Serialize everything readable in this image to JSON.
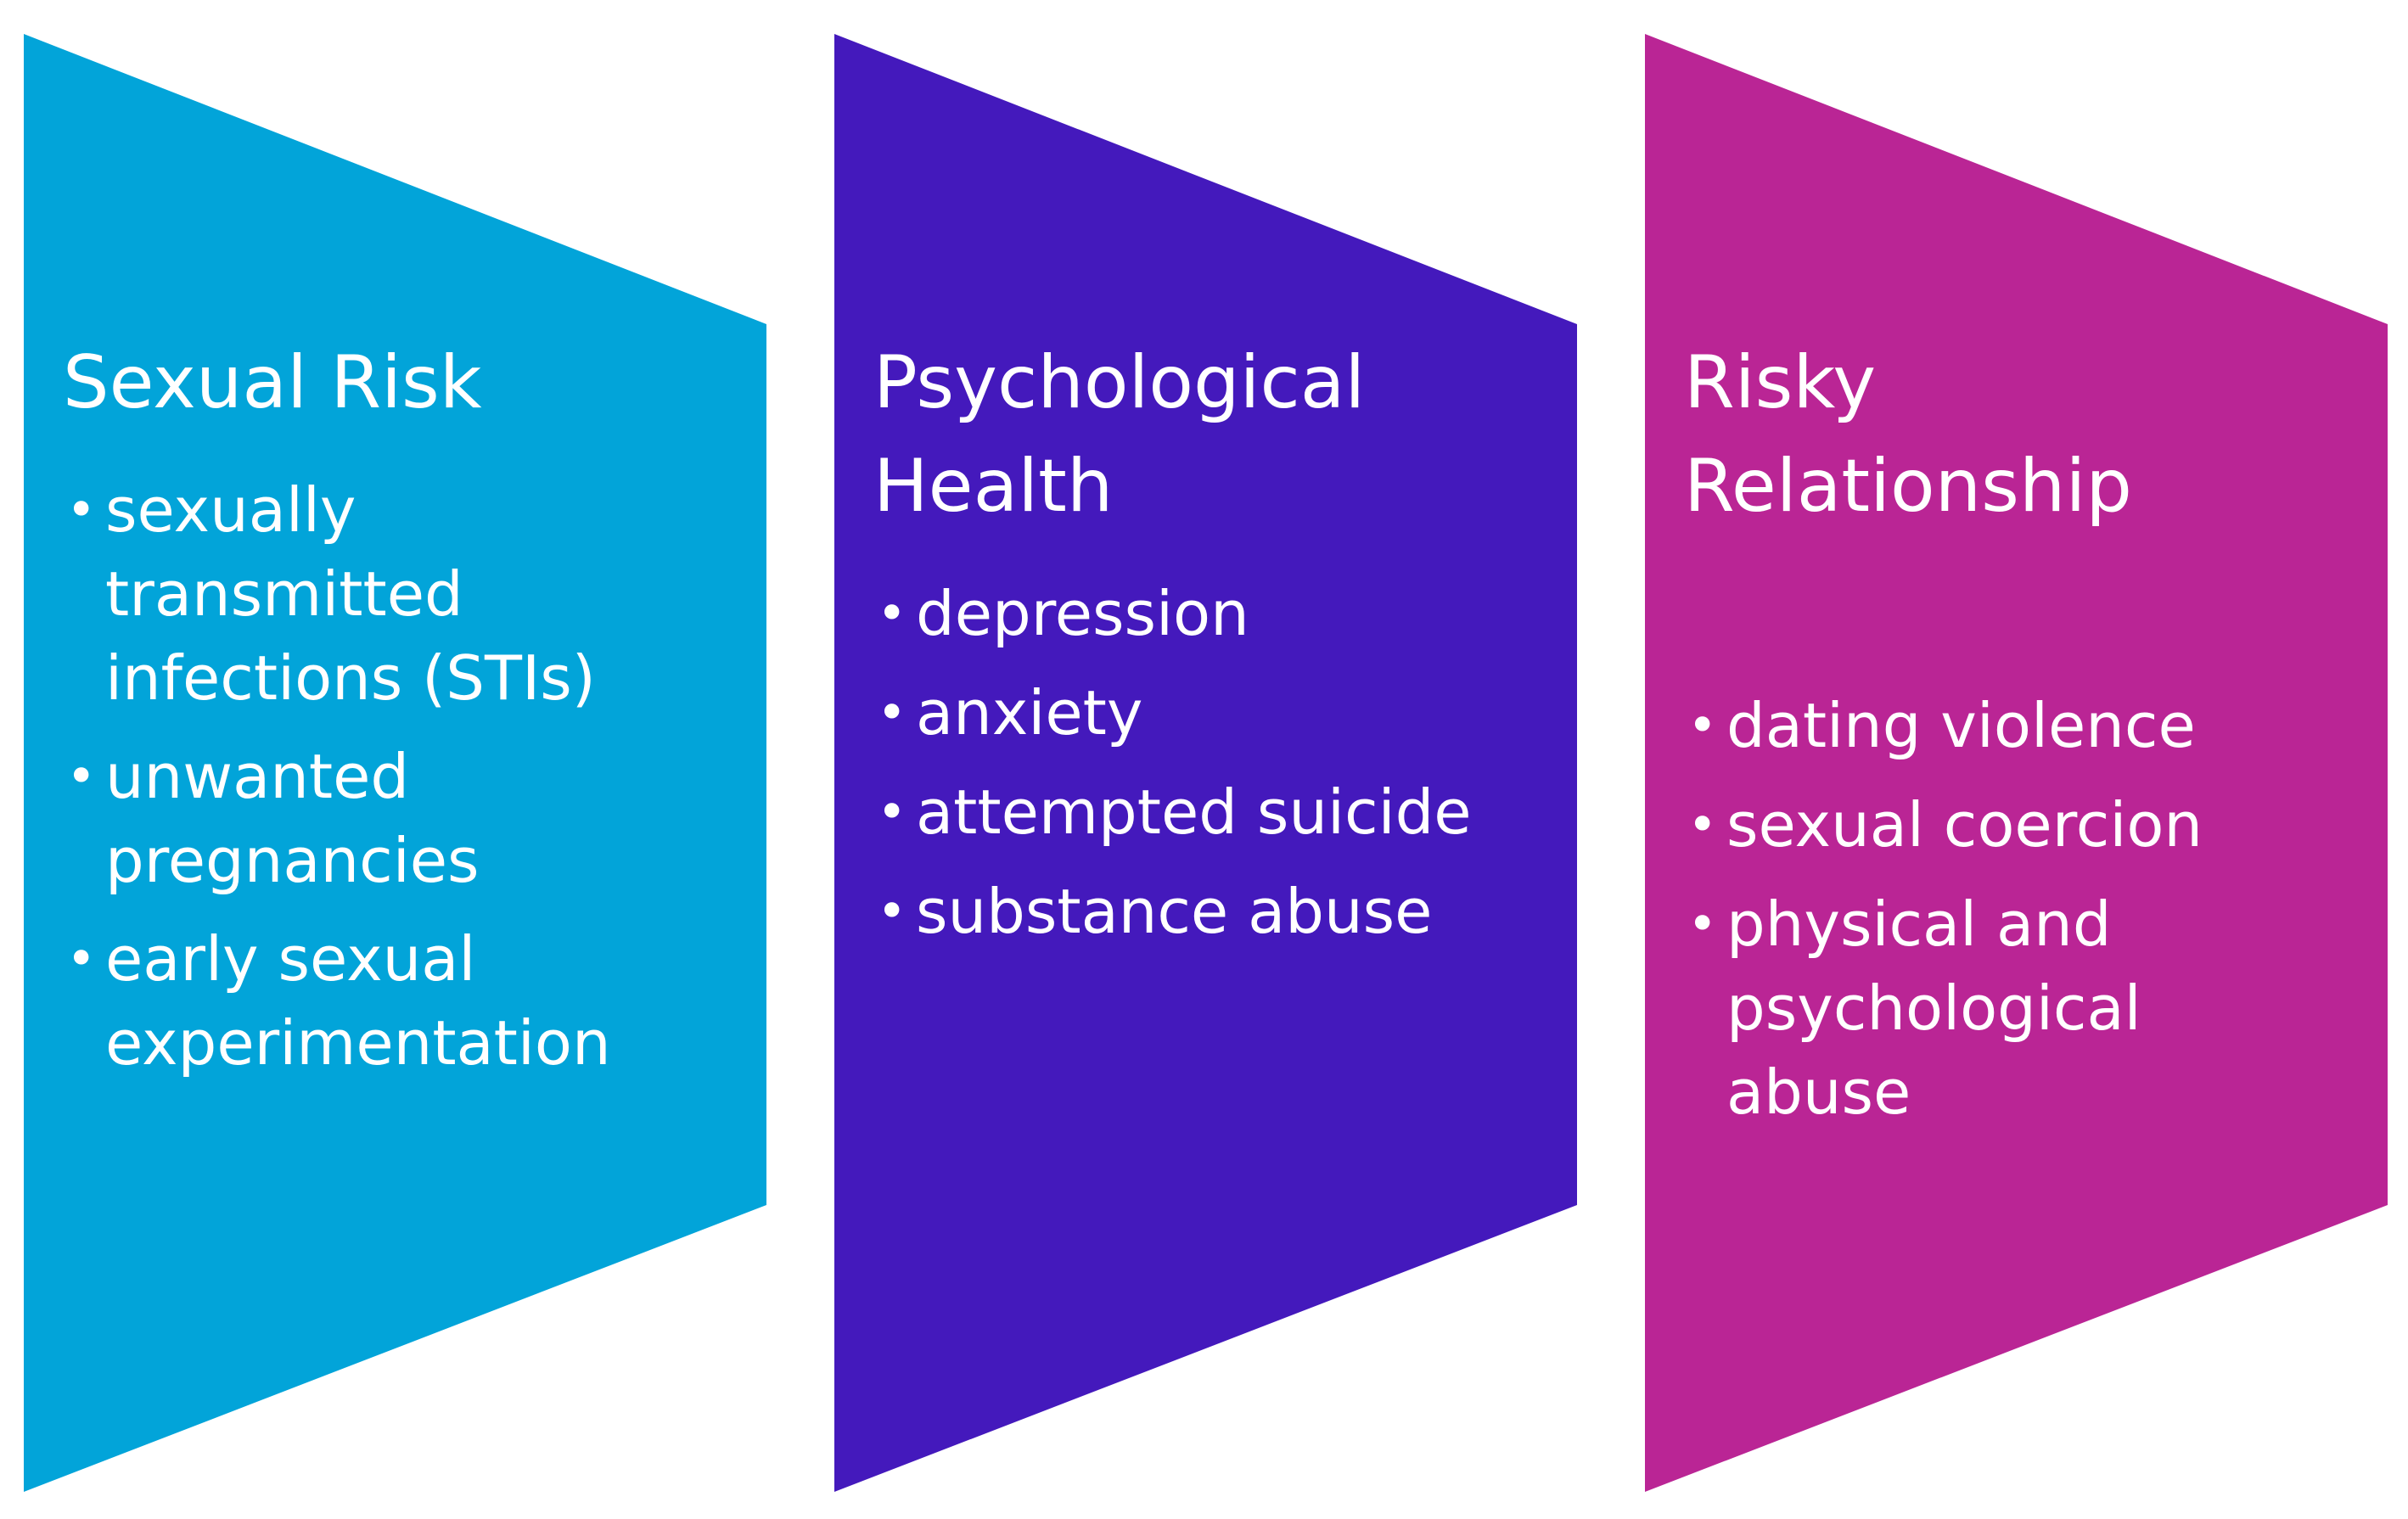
{
  "panels": [
    {
      "title": "Sexual Risk",
      "color": "#02A4D9",
      "items": [
        "sexually\ntransmitted\ninfections (STIs)",
        "unwanted\npregnancies",
        "early sexual\nexperimentation"
      ]
    },
    {
      "title": "Psychological\nHealth",
      "color": "#4419BC",
      "items": [
        "depression",
        "anxiety",
        "attempted suicide",
        "substance abuse"
      ]
    },
    {
      "title": "Risky\nRelationship",
      "color": "#BA2595",
      "items": [
        "dating violence",
        "sexual coercion",
        "physical and\npsychological\nabuse"
      ]
    }
  ],
  "bullet_glyph": "•"
}
